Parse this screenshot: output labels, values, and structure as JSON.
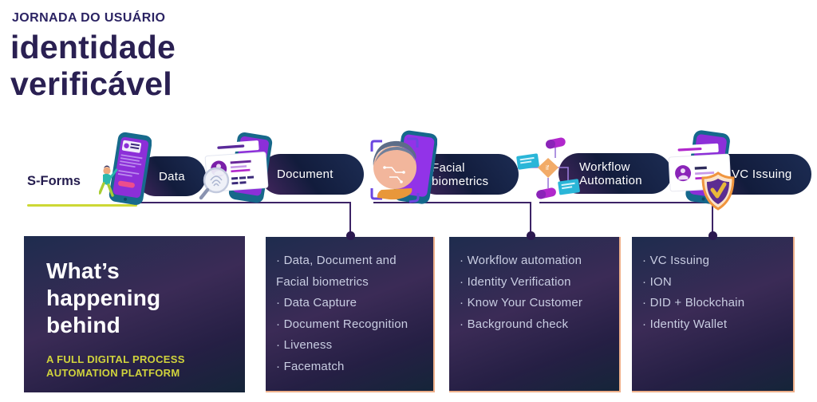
{
  "header": {
    "eyebrow": "JORNADA DO USUÁRIO",
    "title_line1": "identidade",
    "title_line2": "verificável"
  },
  "pipeline": {
    "start_label": "S-Forms",
    "stages": [
      {
        "label": "Data",
        "icon": "sforms-phone-icon"
      },
      {
        "label": "Document",
        "icon": "document-scan-icon"
      },
      {
        "label": "Facial biometrics",
        "icon": "face-scan-icon"
      },
      {
        "label": "Workflow Automation",
        "icon": "workflow-icon"
      },
      {
        "label": "VC Issuing",
        "icon": "credential-shield-icon"
      }
    ]
  },
  "panels": {
    "intro": {
      "title": "What’s happening behind",
      "subtitle": "A FULL DIGITAL PROCESS AUTOMATION PLATFORM"
    },
    "capture": {
      "items": [
        "Data, Document and Facial biometrics",
        "Data Capture",
        "Document Recognition",
        "Liveness",
        "Facematch"
      ]
    },
    "verification": {
      "items": [
        "Workflow automation",
        "Identity Verification",
        "Know Your Customer",
        "Background check"
      ]
    },
    "issuing": {
      "items": [
        "VC Issuing",
        "ION",
        "DID + Blockchain",
        "Identity Wallet"
      ]
    }
  },
  "colors": {
    "title_navy": "#2a2052",
    "pill_navy": "#121c3c",
    "pill_purple_glow": "#45265f",
    "connector_purple": "#3c2366",
    "ground_green": "#cdd835",
    "panel_border_peach": "#eeb08a",
    "highlight_yellow": "#d0d33c",
    "bullet_text": "#c9cde2"
  }
}
